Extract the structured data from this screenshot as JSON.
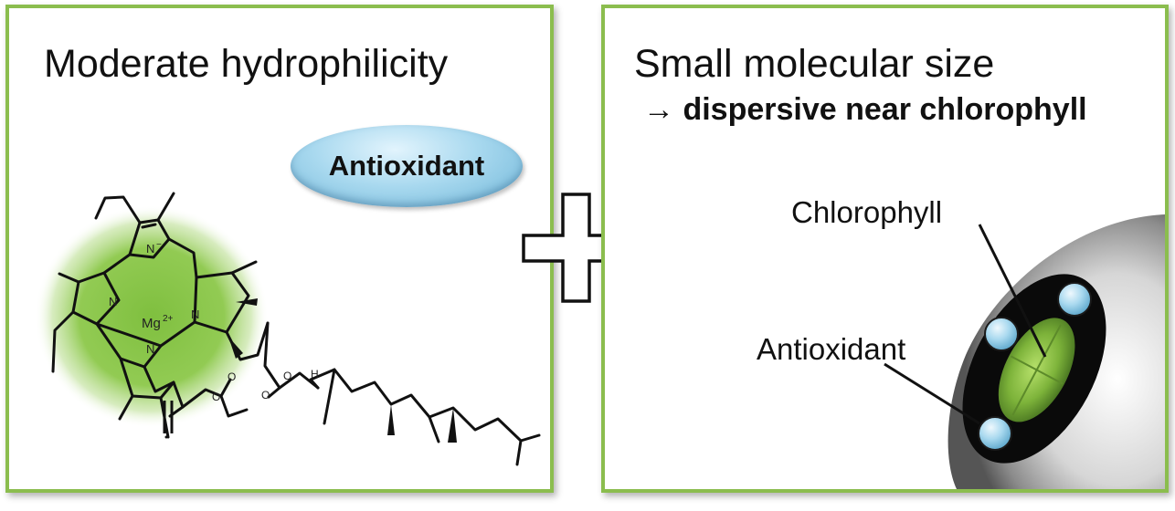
{
  "left_panel": {
    "title": "Moderate hydrophilicity",
    "badge": "Antioxidant",
    "metal_label": "Mg",
    "metal_charge": "2+",
    "atom_N": "N",
    "atom_N_minus": "N",
    "minus_sign": "−",
    "atom_O": "O",
    "atom_H": "H",
    "accent_color": "#8bbd4e",
    "glow_color": "#7fbf3f"
  },
  "plus_icon": "plus-sign",
  "right_panel": {
    "title": "Small molecular size",
    "subtitle_arrow": "→",
    "subtitle": "dispersive near chlorophyll",
    "label_chlorophyll": "Chlorophyll",
    "label_antioxidant": "Antioxidant",
    "antioxidant_color": "#a9d9ef"
  }
}
